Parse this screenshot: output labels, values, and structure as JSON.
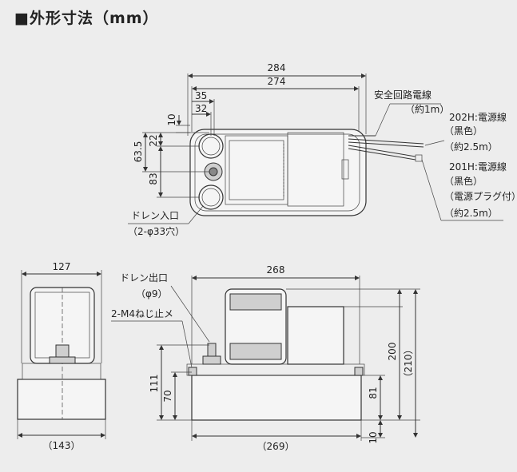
{
  "title": "■外形寸法（mm）",
  "top_view": {
    "dim_284": "284",
    "dim_274": "274",
    "dim_35": "35",
    "dim_32": "32",
    "dim_10": "10",
    "dim_22": "22",
    "dim_63_5": "63.5",
    "dim_83": "83",
    "drain_inlet": "ドレン入口",
    "drain_inlet_spec": "（2-φ33穴）",
    "safety_circuit": "安全回路電線",
    "safety_circuit_len": "（約1m）",
    "cable_202h": "202H:電源線",
    "cable_202h_color": "（黒色）",
    "cable_202h_len": "（約2.5m）",
    "cable_201h": "201H:電源線",
    "cable_201h_color": "（黒色）",
    "cable_201h_plug": "（電源プラグ付）",
    "cable_201h_len": "（約2.5m）"
  },
  "side_view": {
    "dim_127": "127",
    "dim_143": "（143）"
  },
  "front_view": {
    "dim_268": "268",
    "dim_269": "（269）",
    "drain_outlet": "ドレン出口",
    "drain_outlet_spec": "（φ9）",
    "screw_label": "2-M4ねじ止メ",
    "dim_111": "111",
    "dim_70": "70",
    "dim_200": "200",
    "dim_210": "（210）",
    "dim_81": "81",
    "dim_10": "10"
  }
}
